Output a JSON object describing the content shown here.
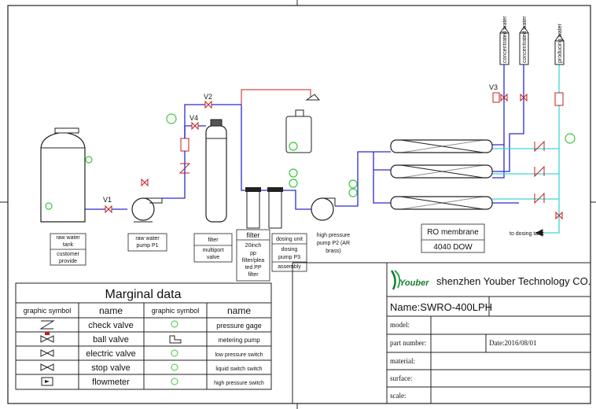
{
  "valve_labels": {
    "v1": "V1",
    "v2": "V2",
    "v3": "V3",
    "v4": "V4"
  },
  "equipment": {
    "raw_tank": [
      "raw water",
      "tank",
      "customer",
      "provide"
    ],
    "raw_pump": [
      "raw water",
      "pump P1"
    ],
    "filter_valve": [
      "filter",
      "multiport",
      "valve"
    ],
    "pp_filter": [
      "filter",
      "20inch",
      "pp",
      "filter/plea",
      "ted PP",
      "filter"
    ],
    "dosing": [
      "dosing unit",
      "dosing",
      "pump P3",
      "assembly"
    ],
    "hp_pump": [
      "high pressure",
      "pump P2 (AR",
      "brass)"
    ],
    "ro_title": "RO membrane",
    "ro_model": "4040 DOW",
    "to_dosing_tank": "to dosing tank"
  },
  "outlets": {
    "concentrated_1": "concentrated water",
    "concentrated_2": "concentrated water",
    "product": "producing water"
  },
  "legend": {
    "title": "Marginal data",
    "headers": [
      "graphic symbol",
      "name",
      "graphic symbol",
      "name"
    ],
    "left_names": [
      "check valve",
      "ball valve",
      "electric valve",
      "stop valve",
      "flowmeter"
    ],
    "right_names": [
      "pressure gage",
      "metering pump",
      "low pressure switch",
      "liquid switch switch",
      "high pressure switch"
    ]
  },
  "title_block": {
    "company": "shenzhen Youber Technology CO.",
    "logo_text": "Youber",
    "name": "Name:SWRO-400LPH",
    "model_label": "model:",
    "part_label": "part number:",
    "date": "Date:2016/08/01",
    "material_label": "material:",
    "surface_label": "surface:",
    "scale_label": "scale:"
  },
  "colors": {
    "pipe": "#2b2bd0",
    "product_line": "#3fd6d6",
    "signal": "#c02020",
    "gauge": "#3cc83c",
    "logo": "#1d7a2e"
  }
}
